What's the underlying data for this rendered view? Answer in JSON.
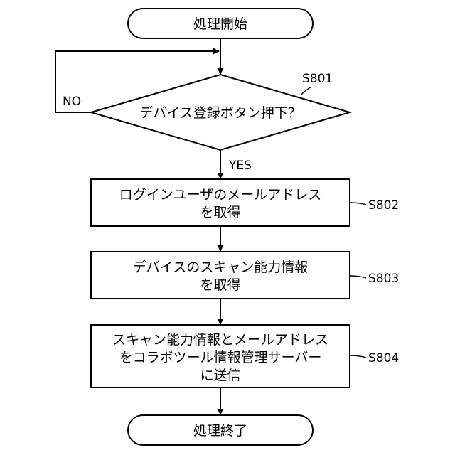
{
  "start": {
    "label": "処理開始"
  },
  "decision": {
    "label": "デバイス登録ボタン押下？",
    "step": "S801",
    "no_label": "NO",
    "yes_label": "YES"
  },
  "step_s802": {
    "lines": [
      "ログインユーザのメールアドレス",
      "を取得"
    ],
    "step": "S802"
  },
  "step_s803": {
    "lines": [
      "デバイスのスキャン能力情報",
      "を取得"
    ],
    "step": "S803"
  },
  "step_s804": {
    "lines": [
      "スキャン能力情報とメールアドレス",
      "をコラボツール情報管理サーバー",
      "に送信"
    ],
    "step": "S804"
  },
  "end": {
    "label": "処理終了"
  }
}
